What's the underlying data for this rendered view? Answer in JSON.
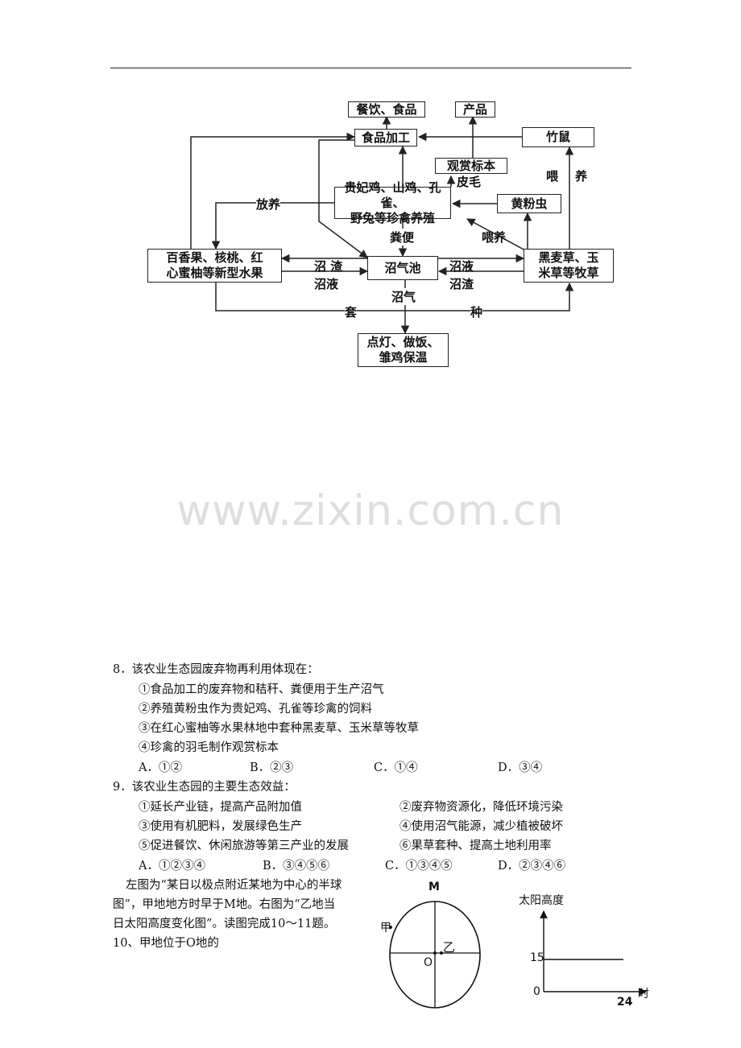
{
  "diagram": {
    "nodes": {
      "catering": "餐饮、食品",
      "product": "产品",
      "food_processing": "食品加工",
      "bamboo_rat": "竹鼠",
      "specimen": "观赏标本",
      "fur": "皮毛",
      "poultry": [
        "贵妃鸡、山鸡、孔雀、",
        "野兔等珍禽养殖"
      ],
      "mealworm": "黄粉虫",
      "fruit": [
        "百香果、核桃、红",
        "心蜜柚等新型水果"
      ],
      "biogas_pool": "沼气池",
      "forage": [
        "黑麦草、玉",
        "米草等牧草"
      ],
      "uses": [
        "点灯、做饭、",
        "雏鸡保温"
      ]
    },
    "labels": {
      "free_range": "放养",
      "manure": "粪便",
      "feed_left": "喂养",
      "feed_right": "喂",
      "feed_right2": "养",
      "residue_left": "沼 渣",
      "slurry_left": "沼液",
      "slurry_right": "沼液",
      "residue_right": "沼渣",
      "biogas": "沼气",
      "intercrop_1": "套",
      "intercrop_2": "种"
    }
  },
  "watermark": "www.zixin.com.cn",
  "q8": {
    "stem": "8．该农业生态园废弃物再利用体现在：",
    "items": [
      "①食品加工的废弃物和秸秆、粪便用于生产沼气",
      "②养殖黄粉虫作为贵妃鸡、孔雀等珍禽的饲料",
      "③在红心蜜柚等水果林地中套种黑麦草、玉米草等牧草",
      "④珍禽的羽毛制作观赏标本"
    ],
    "options": [
      "A．①②",
      "B．②③",
      "C．①④",
      "D．③④"
    ]
  },
  "q9": {
    "stem": "9．该农业生态园的主要生态效益：",
    "items": [
      "①延长产业链，提高产品附加值",
      "②废弃物资源化，降低环境污染",
      "③使用有机肥料，发展绿色生产",
      "④使用沼气能源，减少植被破坏",
      "⑤促进餐饮、休闲旅游等第三产业的发展",
      "⑥果草套种、提高土地利用率"
    ],
    "options": [
      "A．①②③④",
      "B．③④⑤⑥",
      "C．①③④⑤",
      "D．②③④⑥"
    ]
  },
  "intro": {
    "lines": [
      "左图为“某日以极点附近某地为中心的半球",
      "图”，甲地地方时早于M地。右图为“乙地当",
      "日太阳高度变化图”。读图完成10～11题。"
    ],
    "q10": "10、甲地位于O地的"
  },
  "globe_fig": {
    "top_label": "M",
    "left_label": "甲",
    "center_label": "O",
    "point_label": "乙"
  },
  "sun_chart": {
    "y_title": "太阳高度",
    "y_tick": "15",
    "origin": "0",
    "x_tick": "24",
    "x_unit": "时"
  },
  "chart_data": {
    "type": "line",
    "title": "",
    "xlabel": "时",
    "ylabel": "太阳高度",
    "x": [
      0,
      24
    ],
    "values": [
      15,
      15
    ],
    "xlim": [
      0,
      24
    ],
    "yticks": [
      15
    ]
  }
}
